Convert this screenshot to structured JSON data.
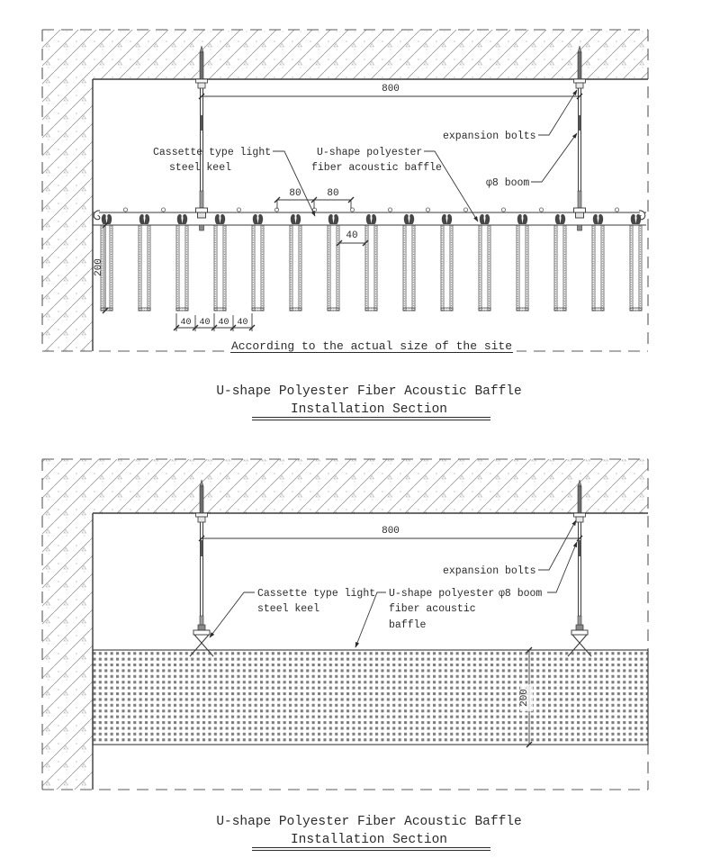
{
  "top_drawing": {
    "labels": {
      "cassette_keel_line1": "Cassette type light",
      "cassette_keel_line2": "steel keel",
      "baffle_line1": "U-shape polyester",
      "baffle_line2": "fiber acoustic baffle",
      "expansion_bolts": "expansion bolts",
      "boom": "φ8 boom"
    },
    "dims": {
      "span": "800",
      "spacing_left": "80",
      "spacing_right": "80",
      "slot_gap": "40",
      "baffle_depth": "200",
      "module_1": "40",
      "module_2": "40",
      "module_3": "40",
      "module_4": "40"
    },
    "note": "According to the actual size of the site",
    "title_line1": "U-shape Polyester Fiber Acoustic Baffle",
    "title_line2": "Installation Section"
  },
  "bottom_drawing": {
    "labels": {
      "cassette_keel_line1": "Cassette type light",
      "cassette_keel_line2": "steel keel",
      "baffle_line1": "U-shape polyester",
      "baffle_line2": "fiber acoustic",
      "baffle_line3": "baffle",
      "expansion_bolts": "expansion bolts",
      "boom": "φ8 boom"
    },
    "dims": {
      "span": "800",
      "baffle_depth": "200"
    },
    "title_line1": "U-shape Polyester Fiber Acoustic Baffle",
    "title_line2": "Installation Section"
  },
  "colors": {
    "line": "#3a3a3a",
    "hatch": "#9a9a9a",
    "background": "#ffffff"
  }
}
